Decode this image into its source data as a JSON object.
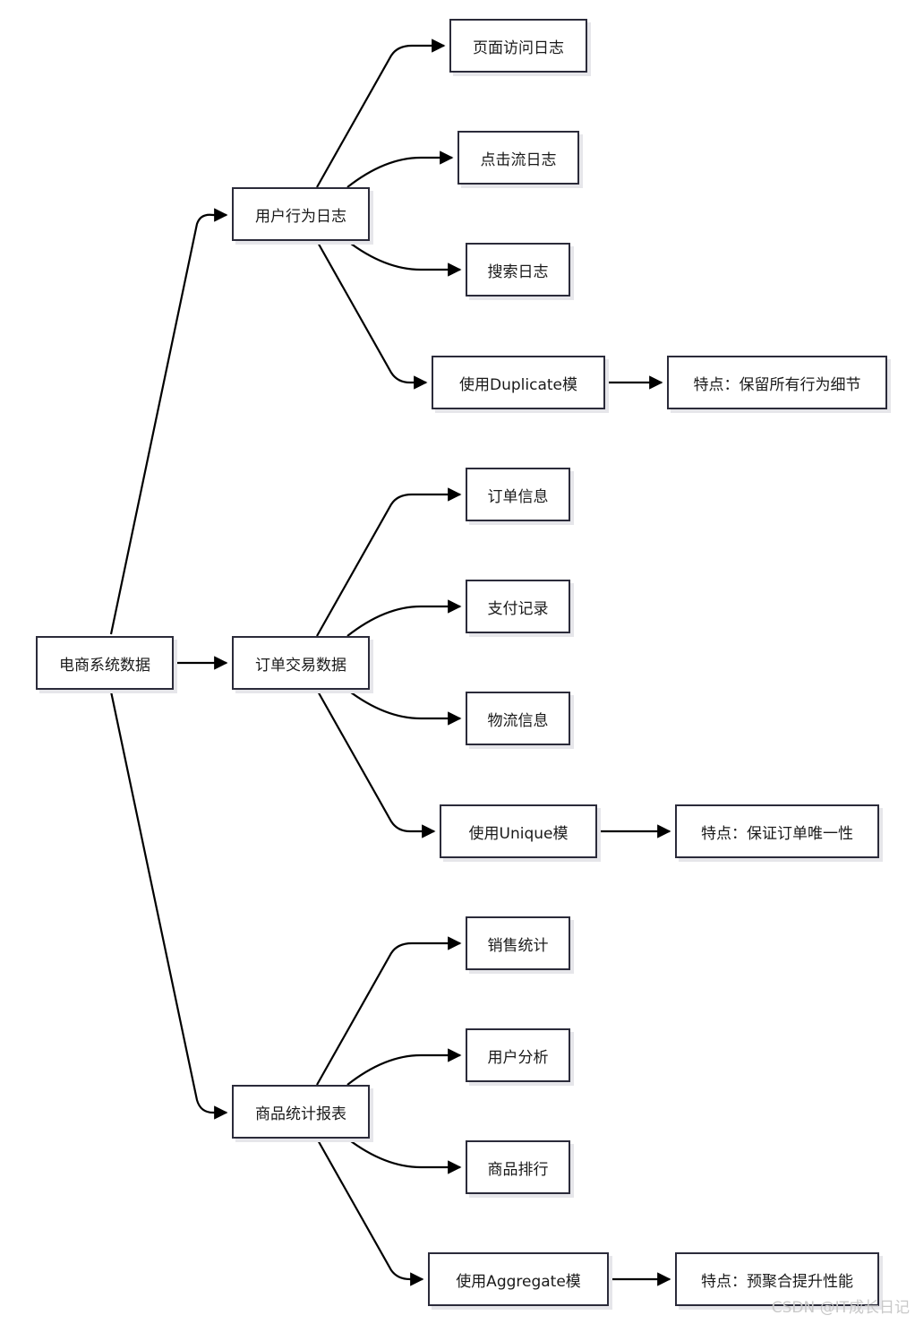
{
  "diagram": {
    "root": "电商系统数据",
    "groups": [
      {
        "label": "用户行为日志",
        "children": [
          "页面访问日志",
          "点击流日志",
          "搜索日志"
        ],
        "mode": "使用Duplicate模",
        "feature": "特点：保留所有行为细节"
      },
      {
        "label": "订单交易数据",
        "children": [
          "订单信息",
          "支付记录",
          "物流信息"
        ],
        "mode": "使用Unique模",
        "feature": "特点：保证订单唯一性"
      },
      {
        "label": "商品统计报表",
        "children": [
          "销售统计",
          "用户分析",
          "商品排行"
        ],
        "mode": "使用Aggregate模",
        "feature": "特点：预聚合提升性能"
      }
    ],
    "colors": {
      "stroke": "#2b2b3a",
      "shadow": "#e6e6ea",
      "edge": "#000000"
    }
  },
  "watermark": "CSDN @IT成长日记"
}
